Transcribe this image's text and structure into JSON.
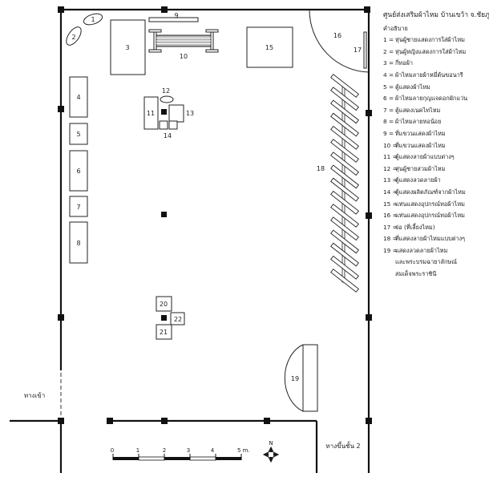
{
  "title": "ศูนย์ส่งเสริมผ้าไหม บ้านเขว้า จ.ชัยภูมิ",
  "legend_heading": "คำอธิบาย",
  "legend": [
    {
      "num": "1 =",
      "text": "หุ่นผู้ชายแสดงการใส่ผ้าไหม"
    },
    {
      "num": "2 =",
      "text": "หุ่นผู้หญิงแสดงการใส่ผ้าไหม"
    },
    {
      "num": "3 =",
      "text": "กี่ทอผ้า"
    },
    {
      "num": "4 =",
      "text": "ผ้าไหมลายผ้าหมี่ต้นขอนารี"
    },
    {
      "num": "5 =",
      "text": "ตู้แสดงผ้าไหม"
    },
    {
      "num": "6 =",
      "text": "ผ้าไหมลายกุญแจดอกผักแว่น"
    },
    {
      "num": "7 =",
      "text": "ตู้แสดงเนคไทไหม"
    },
    {
      "num": "8 =",
      "text": "ผ้าไหมลายหอน้อย"
    },
    {
      "num": "9 =",
      "text": "ที่แขวนแสดงผ้าไหม"
    },
    {
      "num": "10 =",
      "text": "ที่แขวนแสดงผ้าไหม"
    },
    {
      "num": "11 =",
      "text": "ตู้แสดงลายผ้าแบบต่างๆ"
    },
    {
      "num": "12 =",
      "text": "หุ่นผู้ชายสวมผ้าไหม"
    },
    {
      "num": "13 =",
      "text": "ตู้แสดงลวดลายผ้า"
    },
    {
      "num": "14 =",
      "text": "ตู้แสดงผลิตภัณฑ์จากผ้าไหม"
    },
    {
      "num": "15 =",
      "text": "แท่นแสดงอุปกรณ์ทอผ้าไหม"
    },
    {
      "num": "16 =",
      "text": "แท่นแสดงอุปกรณ์ทอผ้าไหม"
    },
    {
      "num": "17 =",
      "text": "จ่อ (ที่เลี้ยงไหม)"
    },
    {
      "num": "18 =",
      "text": "ที่แสดงลายผ้าไหมแบบต่างๆ"
    },
    {
      "num": "19 =",
      "text": "แสดงลวดลายผ้าไหม",
      "extra": [
        "และพระบรมฉายาลักษณ์",
        "สมเด็จพระราชินี"
      ]
    }
  ],
  "labels": {
    "l1": "1",
    "l2": "2",
    "l3": "3",
    "l4": "4",
    "l5": "5",
    "l6": "6",
    "l7": "7",
    "l8": "8",
    "l9": "9",
    "l10": "10",
    "l11": "11",
    "l12": "12",
    "l13": "13",
    "l14": "14",
    "l15": "15",
    "l16": "16",
    "l17": "17",
    "l18": "18",
    "l19": "19",
    "l20": "20",
    "l21": "21",
    "l22": "22"
  },
  "entrance": "ทางเข้า",
  "stairs": "ทางขึ้นชั้น 2",
  "north": "N",
  "scale": {
    "ticks": [
      "0",
      "1",
      "2",
      "3",
      "4",
      "5 m."
    ]
  }
}
